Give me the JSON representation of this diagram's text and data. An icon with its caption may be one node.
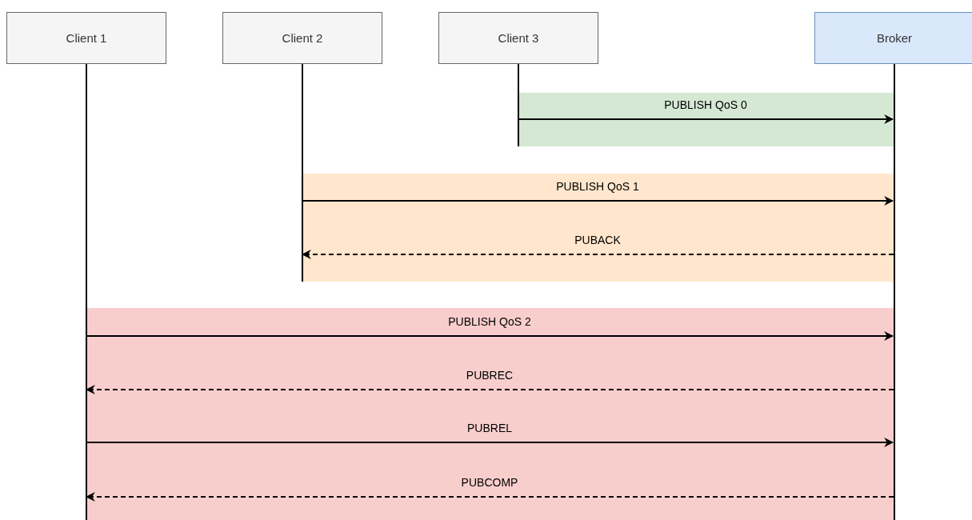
{
  "diagram": {
    "nodes": [
      {
        "text": [
          "Client 1"
        ]
      },
      {
        "text": [
          "Client 2"
        ]
      },
      {
        "text": [
          "Client 3"
        ]
      },
      {
        "text": [
          "Broker"
        ]
      }
    ],
    "edges": [
      {
        "from": 2,
        "to": 3,
        "arrow": "to",
        "label": "PUBLISH QoS 0"
      },
      {
        "from": 1,
        "to": 3,
        "arrow": "to",
        "label": "PUBLISH QoS 1"
      },
      {
        "from": 3,
        "to": 1,
        "arrow": "to",
        "label": "PUBACK",
        "style": "dashed"
      },
      {
        "from": 0,
        "to": 3,
        "arrow": "to",
        "label": "PUBLISH QoS 2"
      },
      {
        "from": 3,
        "to": 0,
        "arrow": "to",
        "label": "PUBREC",
        "style": "dashed"
      },
      {
        "from": 0,
        "to": 3,
        "arrow": "to",
        "label": "PUBREL"
      },
      {
        "from": 3,
        "to": 0,
        "arrow": "to",
        "label": "PUBCOMP",
        "style": "dashed"
      }
    ]
  }
}
